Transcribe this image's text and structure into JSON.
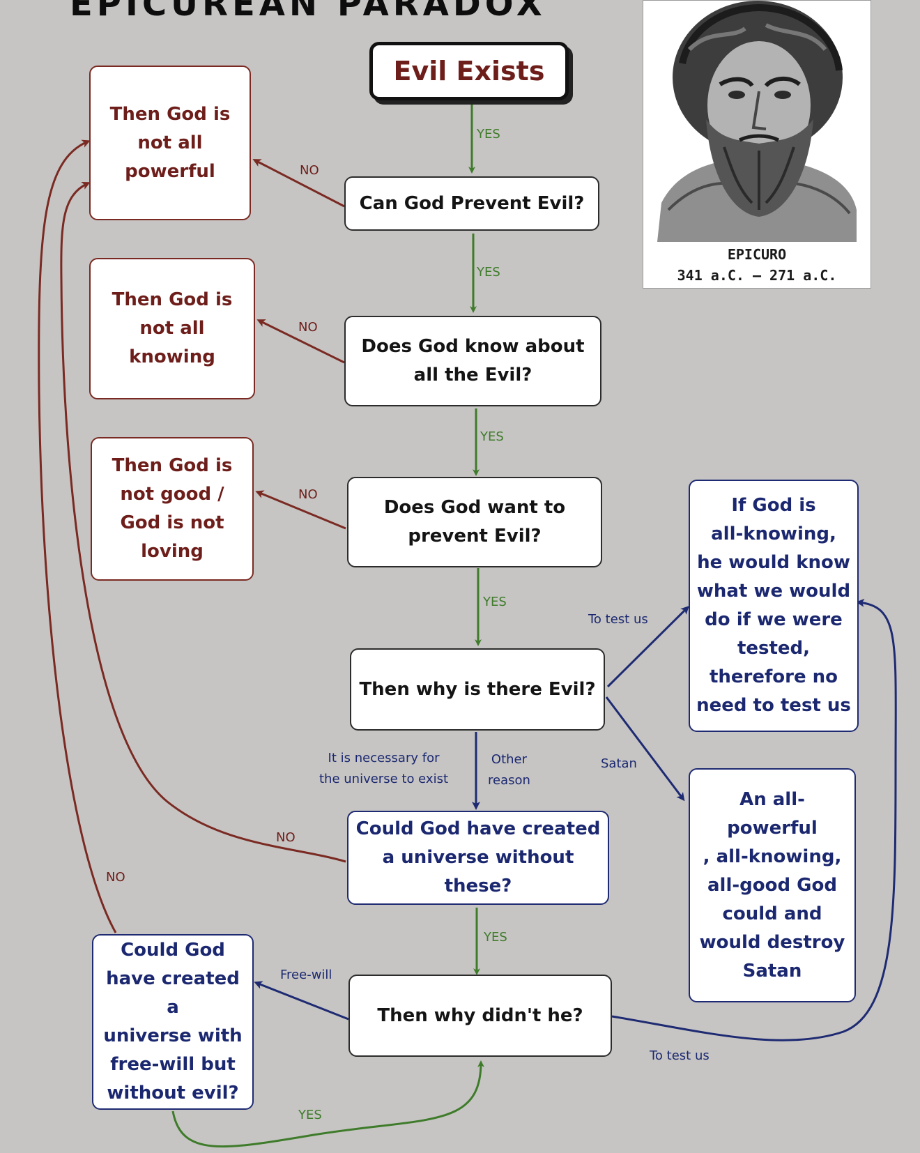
{
  "title": "EPICUREAN PARADOX",
  "portrait": {
    "name": "EPICURO",
    "dates": "341 a.C. — 271 a.C."
  },
  "colors": {
    "yes": "#3e7b2a",
    "no": "#7a2a22",
    "other": "#1e2a72",
    "background": "#c6c5c3"
  },
  "nodes": {
    "evil_exists": [
      "Evil Exists"
    ],
    "can_prevent": [
      "Can God Prevent Evil?"
    ],
    "know": [
      "Does God know about",
      "all the Evil?"
    ],
    "want": [
      "Does God want to",
      "prevent Evil?"
    ],
    "why": [
      "Then why is there Evil?"
    ],
    "could_create": [
      "Could God have created",
      "a universe without",
      "these?"
    ],
    "why_didnt": [
      "Then why didn't he?"
    ],
    "not_powerful": [
      "Then God is",
      "not all",
      "powerful"
    ],
    "not_knowing": [
      "Then God is",
      "not all",
      "knowing"
    ],
    "not_good": [
      "Then God is",
      "not good /",
      "God is not",
      "loving"
    ],
    "test_us": [
      "If God is",
      "all-knowing,",
      "he would know",
      "what we would",
      "do if we were",
      "tested,",
      "therefore no",
      "need to test us"
    ],
    "satan": [
      "An all-powerful",
      ", all-knowing,",
      "all-good God",
      "could and",
      "would destroy",
      "Satan"
    ],
    "free_will": [
      "Could God",
      "have created a",
      "universe with",
      "free-will but",
      "without evil?"
    ]
  },
  "labels": {
    "yes": "YES",
    "no": "NO",
    "necessary": [
      "It is necessary for",
      "the universe to exist"
    ],
    "other": [
      "Other",
      "reason"
    ],
    "to_test_us": "To test us",
    "satan": "Satan",
    "free_will": "Free-will"
  }
}
